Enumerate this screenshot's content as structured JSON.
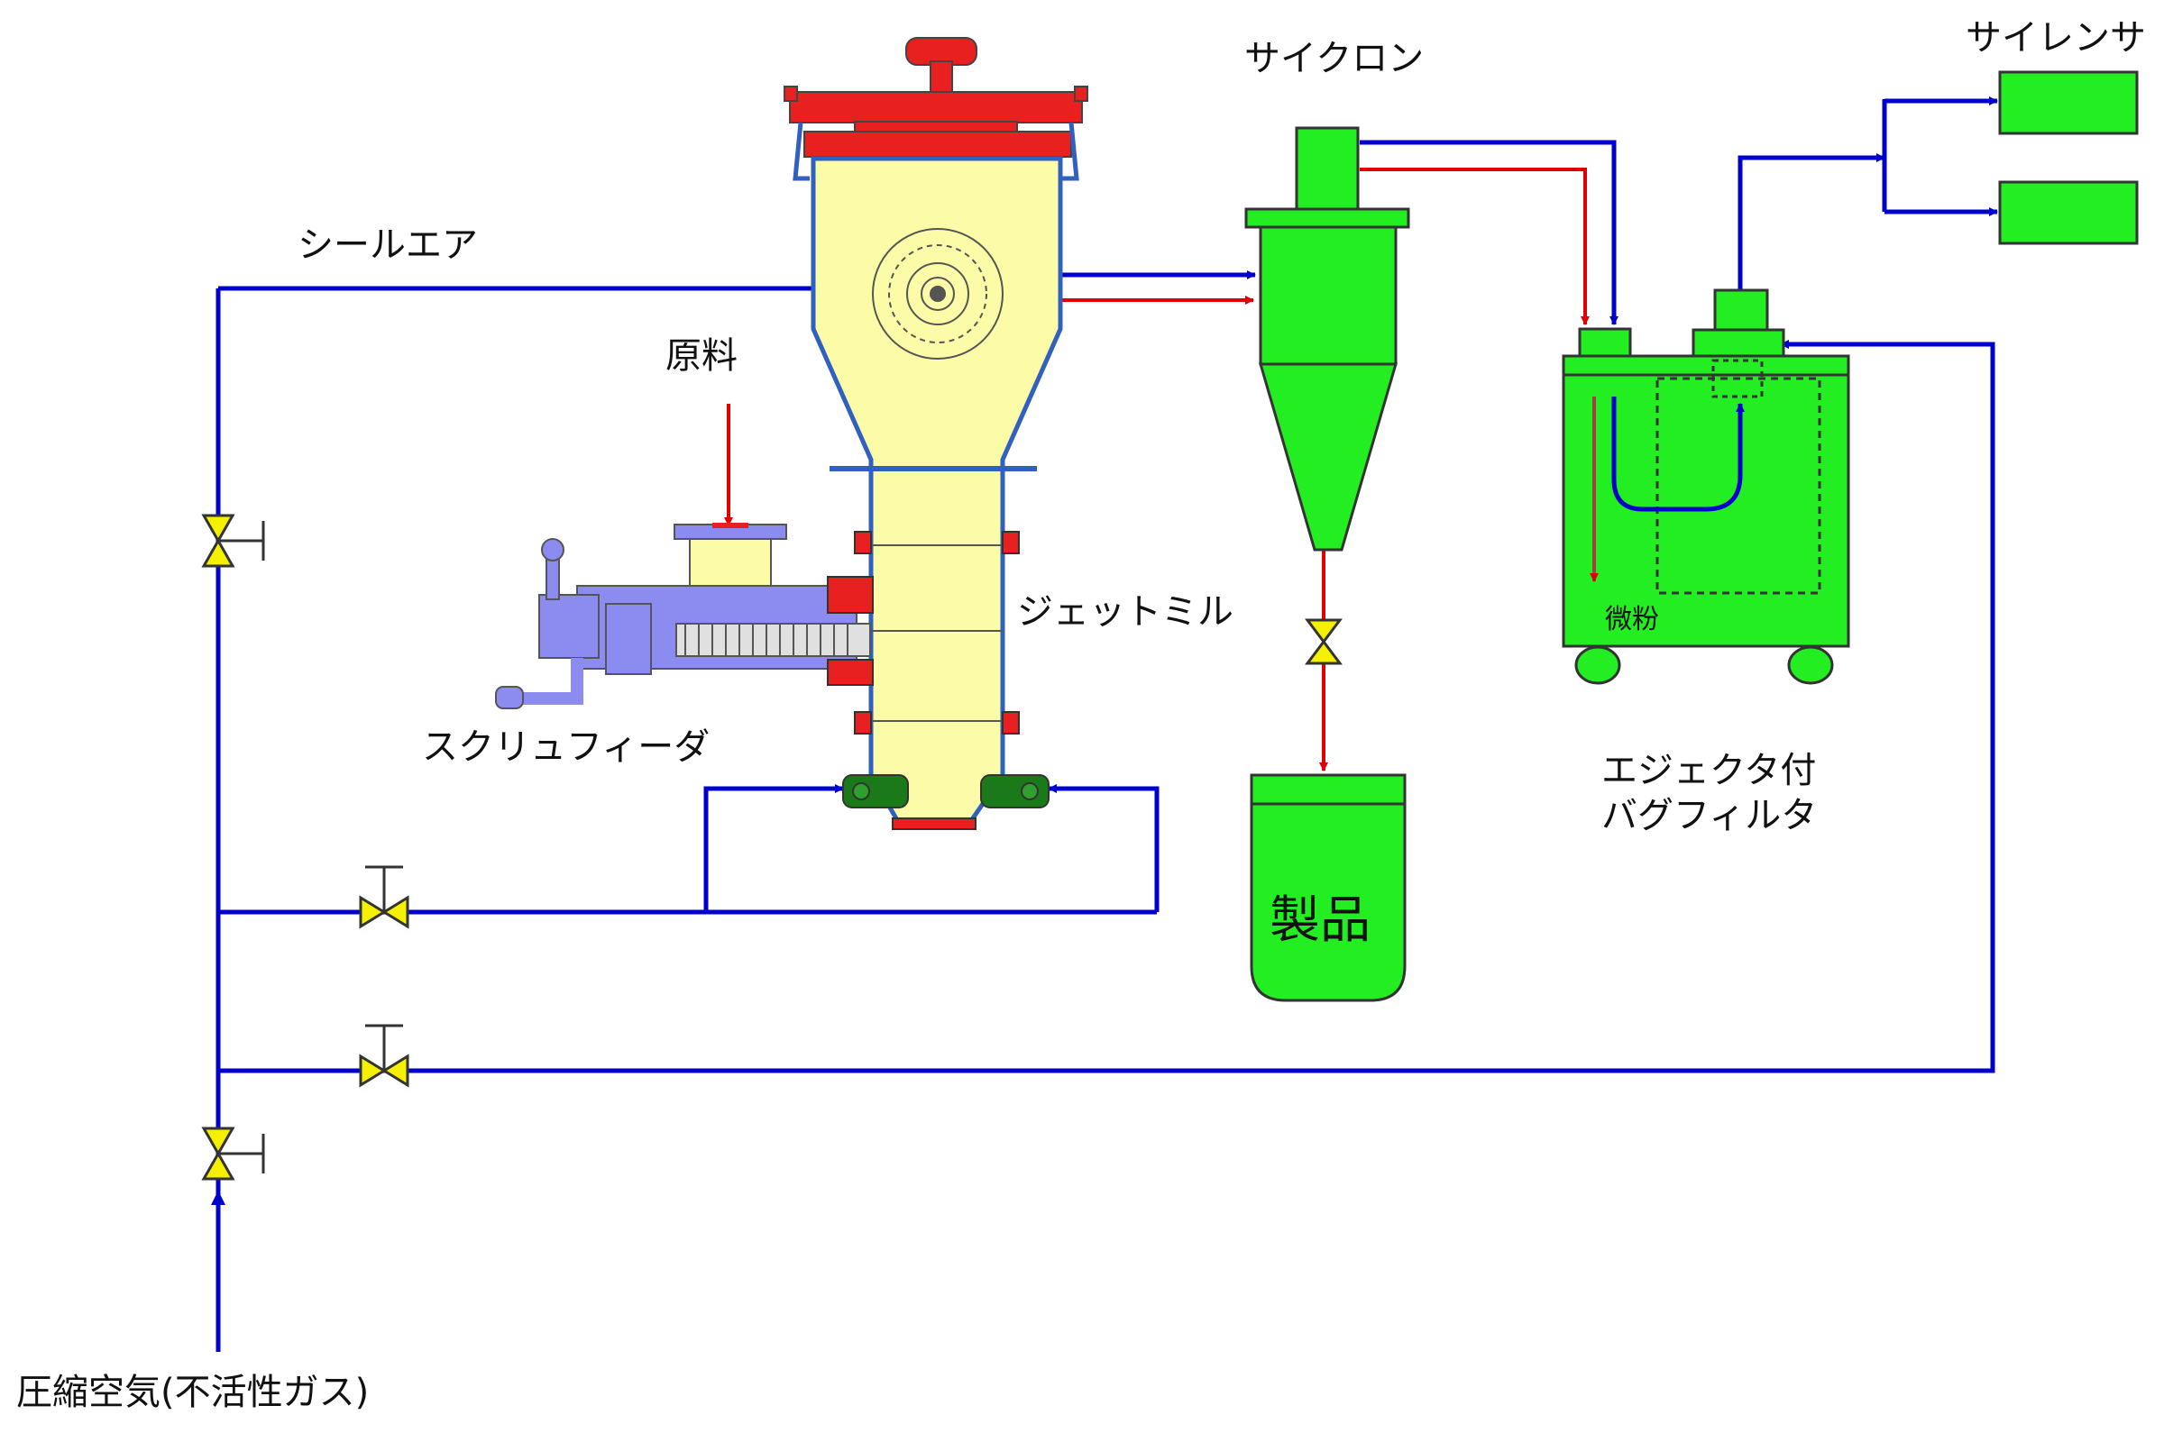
{
  "colors": {
    "air_line": "#0000cc",
    "product_line": "#e00000",
    "valve": "#f5f000",
    "mill_body": "#fcfca8",
    "mill_outline": "#3060c0",
    "lid": "#e82020",
    "equipment": "#22ee22",
    "feeder": "#8c8cf0",
    "nozzle": "#1a7a1a"
  },
  "labels": {
    "cyclone": "サイクロン",
    "silencer": "サイレンサ",
    "seal_air": "シールエア",
    "raw_material": "原料",
    "jet_mill": "ジェットミル",
    "screw_feeder": "スクリュフィーダ",
    "product": "製品",
    "fine_powder": "微粉",
    "bag_filter_line1": "エジェクタ付",
    "bag_filter_line2": "バグフィルタ",
    "compressed_air": "圧縮空気(不活性ガス)"
  },
  "icons": {
    "valve": "gate-valve-icon",
    "arrow": "flow-arrow-icon"
  }
}
